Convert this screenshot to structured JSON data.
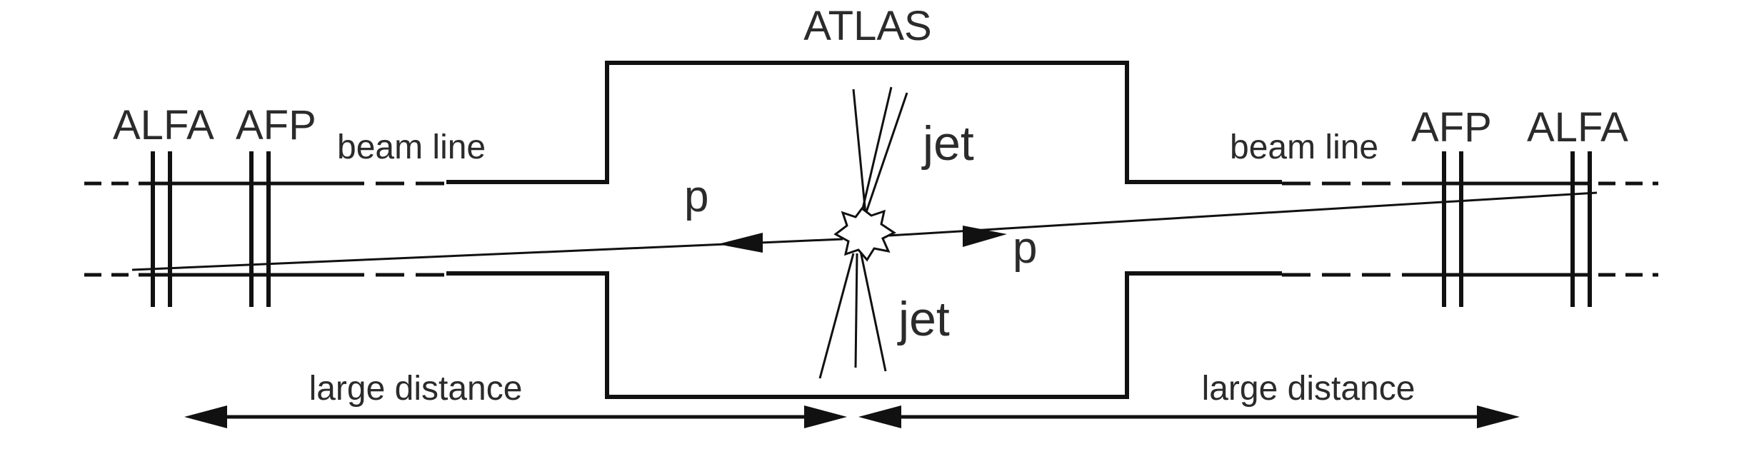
{
  "labels": {
    "atlas": "ATLAS",
    "alfa_left": "ALFA",
    "afp_left": "AFP",
    "beam_line_left": "beam line",
    "beam_line_right": "beam line",
    "afp_right": "AFP",
    "alfa_right": "ALFA",
    "jet_top": "jet",
    "jet_bottom": "jet",
    "proton_left": "p",
    "proton_right": "p",
    "distance_left": "large distance",
    "distance_right": "large distance"
  },
  "colors": {
    "line": "#111111",
    "text": "#2b2b2b",
    "background": "#ffffff"
  }
}
